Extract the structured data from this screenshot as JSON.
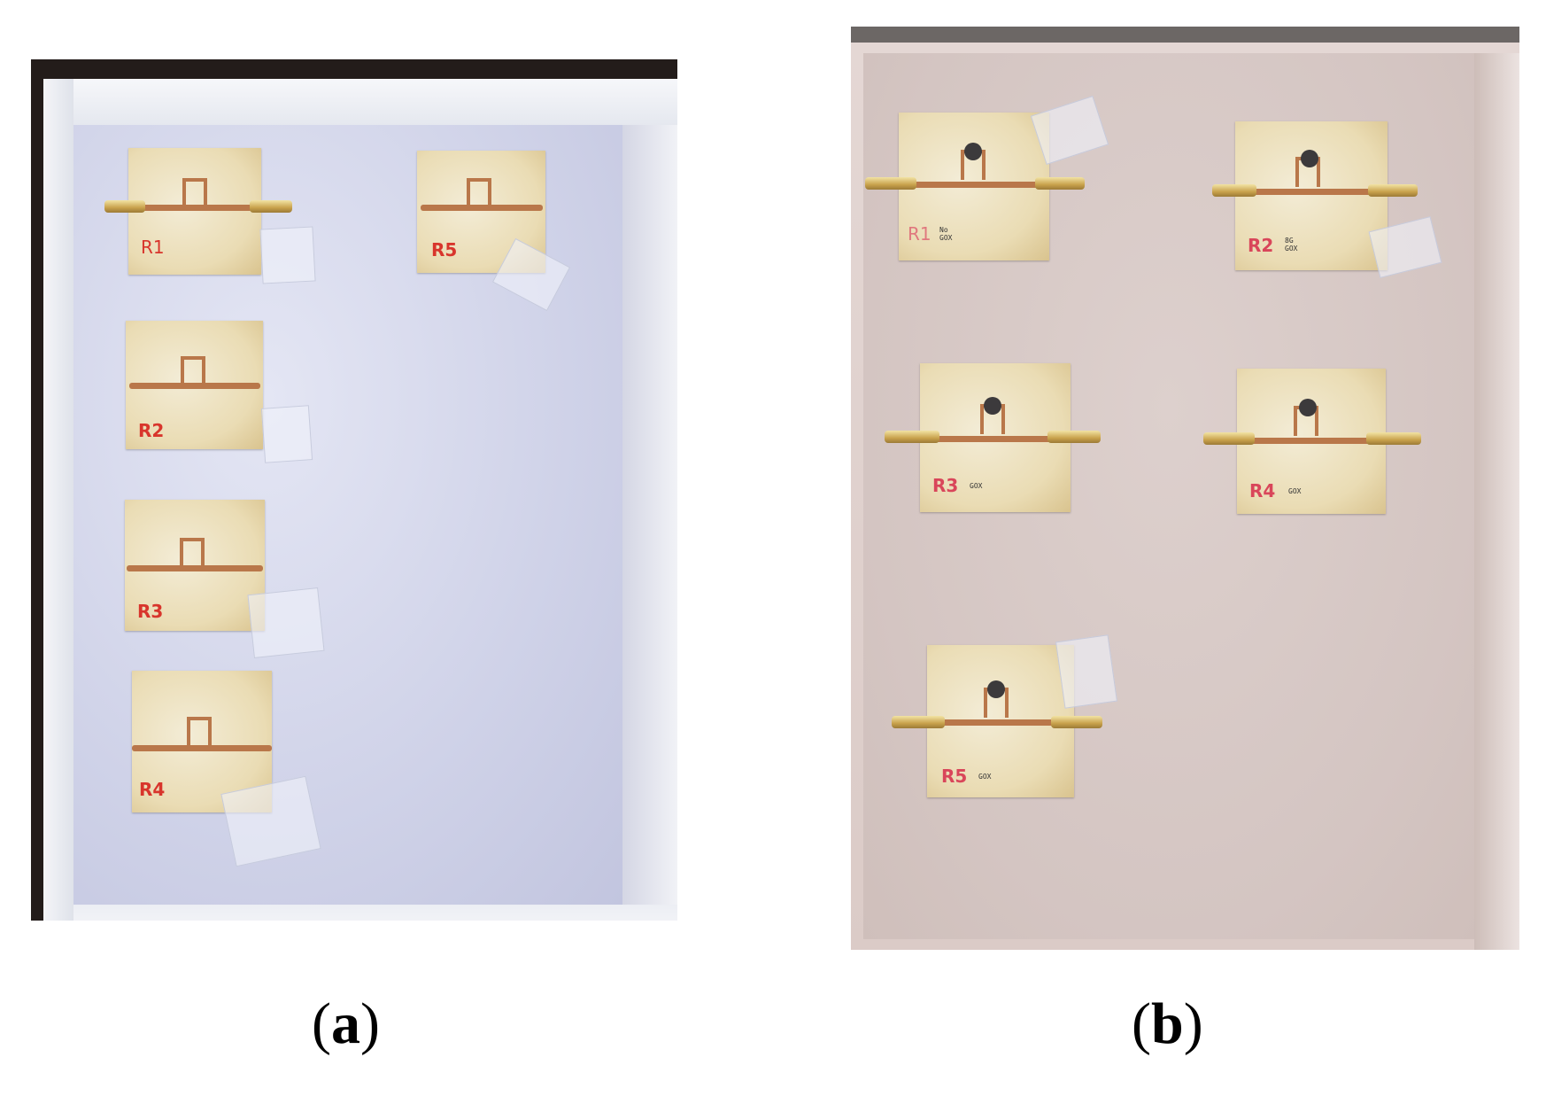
{
  "figure": {
    "panel_a": {
      "caption_letter": "a",
      "boards": [
        {
          "label": "R1",
          "has_connectors": true
        },
        {
          "label": "R5",
          "has_connectors": false
        },
        {
          "label": "R2",
          "has_connectors": false
        },
        {
          "label": "R3",
          "has_connectors": false
        },
        {
          "label": "R4",
          "has_connectors": false
        }
      ]
    },
    "panel_b": {
      "caption_letter": "b",
      "boards": [
        {
          "label": "R1",
          "note_line1": "No",
          "note_line2": "GOX"
        },
        {
          "label": "R2",
          "note_line1": "8G",
          "note_line2": "GOX"
        },
        {
          "label": "R3",
          "note_line1": "GOX",
          "note_line2": ""
        },
        {
          "label": "R4",
          "note_line1": "GOX",
          "note_line2": ""
        },
        {
          "label": "R5",
          "note_line1": "GOX",
          "note_line2": ""
        }
      ]
    }
  }
}
